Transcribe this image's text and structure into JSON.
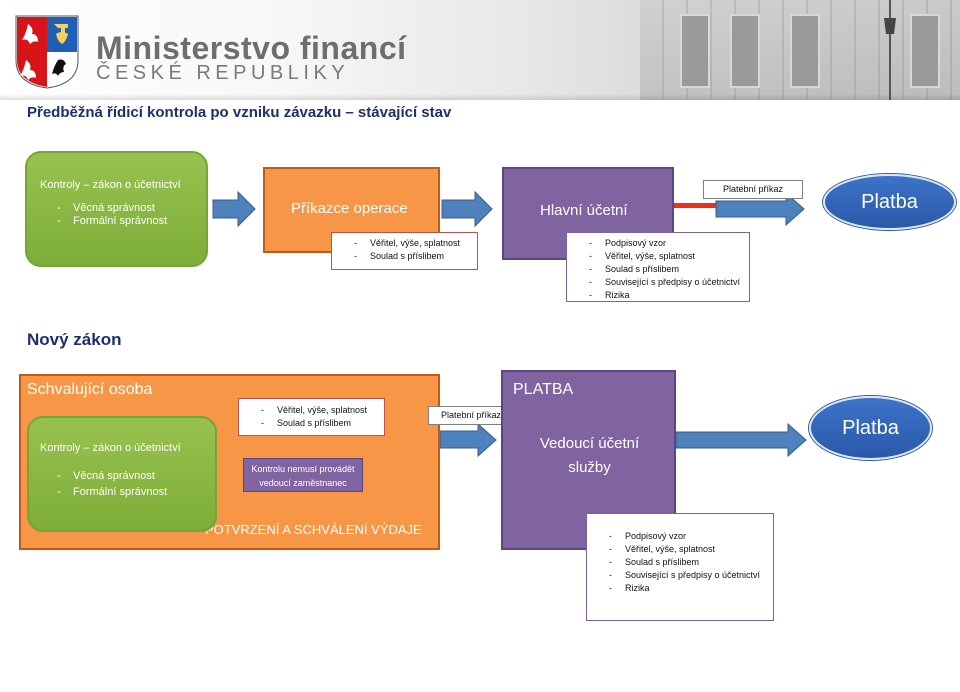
{
  "header": {
    "ministry_line1": "Ministerstvo financí",
    "ministry_line2": "ČESKÉ REPUBLIKY"
  },
  "section1": {
    "title": "Předběžná řídicí kontrola po vzniku závazku – stávající stav",
    "green_box": {
      "heading": "Kontroly – zákon o účetnictví",
      "items": [
        "Věcná správnost",
        "Formální správnost"
      ]
    },
    "orange_box": {
      "label": "Příkazce operace"
    },
    "orange_notes": [
      "Věřitel, výše, splatnost",
      "Soulad s příslibem"
    ],
    "purple_box": {
      "label": "Hlavní účetní"
    },
    "purple_notes": [
      "Podpisový vzor",
      "Věřitel, výše, splatnost",
      "Soulad s příslibem",
      "Související s předpisy o účetnictví",
      "Rizika"
    ],
    "arrow_label": "Platební příkaz",
    "end_label": "Platba"
  },
  "section2": {
    "title": "Nový zákon",
    "orange_box": {
      "heading": "Schvalující osoba",
      "footer": "POTVRZENÍ A SCHVÁLENÍ VÝDAJE"
    },
    "green_box": {
      "heading": "Kontroly – zákon o účetnictví",
      "items": [
        "Věcná správnost",
        "Formální správnost"
      ]
    },
    "notes": [
      "Věřitel, výše, splatnost",
      "Soulad s příslibem"
    ],
    "note2": "Kontrolu nemusí provádět vedoucí zaměstnanec",
    "arrow_label": "Platební příkaz",
    "purple_box": {
      "heading": "PLATBA",
      "label": "Vedoucí účetní služby"
    },
    "purple_notes": [
      "Podpisový vzor",
      "Věřitel, výše, splatnost",
      "Soulad s příslibem",
      "Související s předpisy o účetnictví",
      "Rizika"
    ],
    "end_label": "Platba"
  },
  "colors": {
    "title_navy": "#1f2f6e",
    "green": "#8db848",
    "orange": "#f79646",
    "purple": "#8064a2",
    "blue_arrow": "#4f81bd",
    "red_line": "#e8311a",
    "ellipse_blue": "#2f62b5"
  }
}
